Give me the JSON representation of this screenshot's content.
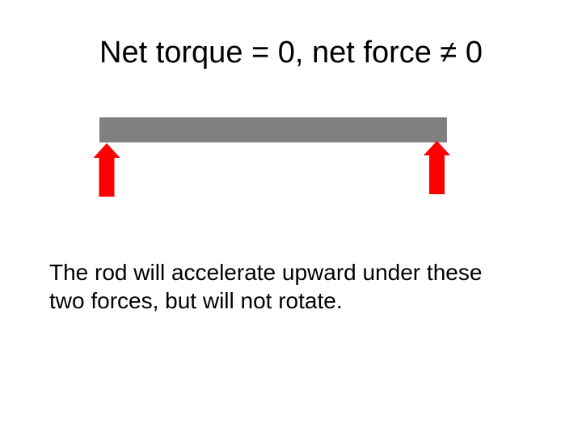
{
  "slide": {
    "title": "Net torque = 0, net force ≠ 0",
    "caption": {
      "line1": "The rod will accelerate upward under these",
      "line2": "two forces, but will not rotate."
    },
    "diagram": {
      "rod_shape": "horizontal-bar",
      "left_arrow_icon": "up-arrow-icon",
      "right_arrow_icon": "up-arrow-icon"
    },
    "colors": {
      "background": "#ffffff",
      "text": "#000000",
      "rod_gray": "#808080",
      "arrow_red": "#ff0000"
    }
  }
}
